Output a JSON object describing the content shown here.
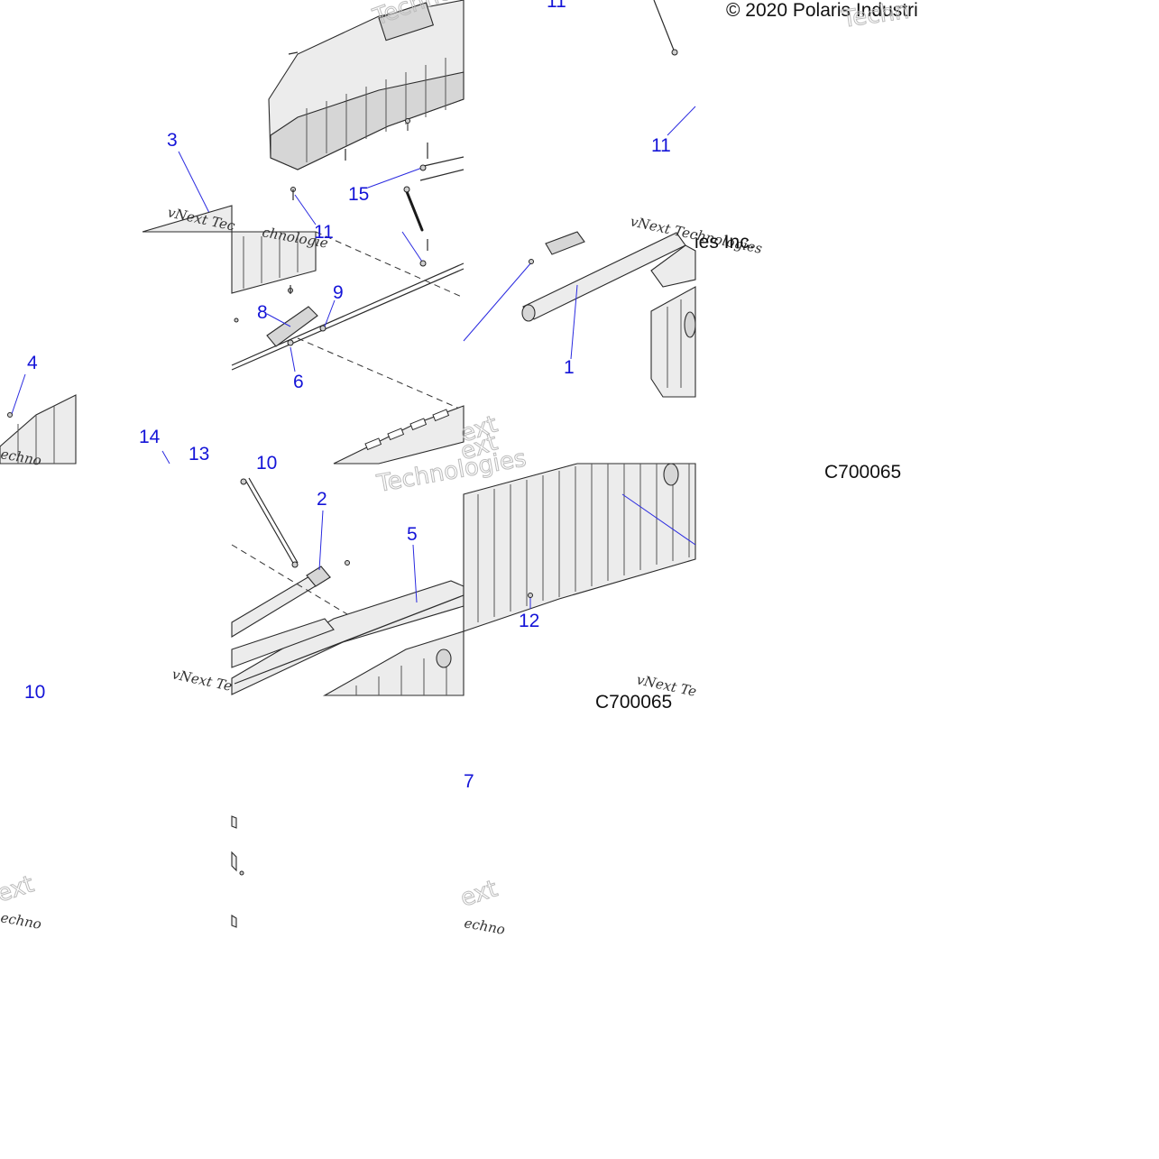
{
  "copyright": "© 2020 Polaris Industri",
  "copyright_fragment": "ies Inc.",
  "diagram_code": "C700065",
  "watermarks": [
    {
      "key": "wm_vnext_a",
      "text": "vNext Tec"
    },
    {
      "key": "wm_vnext_b",
      "text": "vNext Technologies"
    },
    {
      "key": "wm_vnext_c",
      "text": "vNext Te"
    },
    {
      "key": "wm_vnext_d",
      "text": "vNext Te"
    },
    {
      "key": "wm_techno_a",
      "text": "Techno"
    },
    {
      "key": "wm_techno_b",
      "text": "Technologies"
    },
    {
      "key": "wm_techno_c",
      "text": "Techn"
    },
    {
      "key": "wm_chnologie",
      "text": "chnologie"
    },
    {
      "key": "wm_echno_a",
      "text": "echno"
    },
    {
      "key": "wm_echno_b",
      "text": "echno"
    },
    {
      "key": "wm_ext_a",
      "text": "ext"
    },
    {
      "key": "wm_ext_b",
      "text": "ext"
    },
    {
      "key": "wm_ext_c",
      "text": "ext"
    }
  ],
  "callouts": [
    {
      "label": "1"
    },
    {
      "label": "2"
    },
    {
      "label": "3"
    },
    {
      "label": "4"
    },
    {
      "label": "5"
    },
    {
      "label": "6"
    },
    {
      "label": "7"
    },
    {
      "label": "8"
    },
    {
      "label": "9"
    },
    {
      "label": "10"
    },
    {
      "label": "10"
    },
    {
      "label": "11"
    },
    {
      "label": "11"
    },
    {
      "label": "11"
    },
    {
      "label": "12"
    },
    {
      "label": "13"
    },
    {
      "label": "14"
    },
    {
      "label": "15"
    }
  ],
  "colors": {
    "callout": "#1414d8",
    "leader": "#2a2ae0",
    "part_fill": "#ececec",
    "outline": "#2b2b2b"
  }
}
